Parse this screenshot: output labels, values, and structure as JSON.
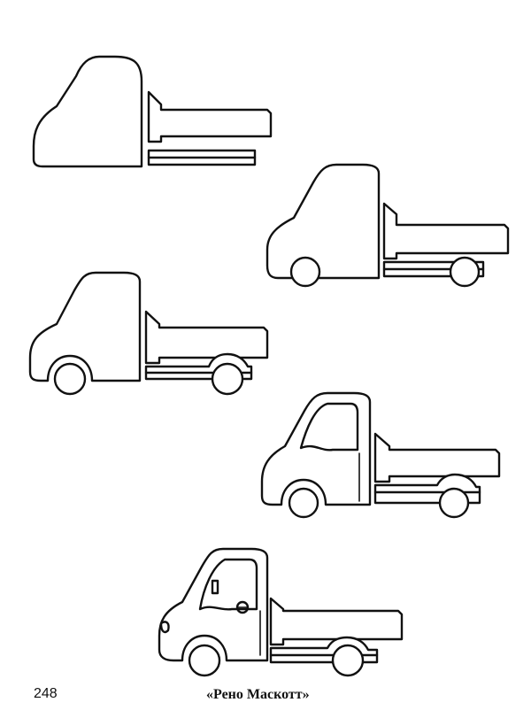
{
  "page_number": "248",
  "caption": "«Рено Маскотт»",
  "ink_color": "#111111",
  "steps": [
    {
      "step": 1,
      "content": "cab and body outline"
    },
    {
      "step": 2,
      "content": "outline with wheels"
    },
    {
      "step": 3,
      "content": "wheel arches added"
    },
    {
      "step": 4,
      "content": "window and door lines"
    },
    {
      "step": 5,
      "content": "finished truck with emblem and headlight"
    }
  ]
}
